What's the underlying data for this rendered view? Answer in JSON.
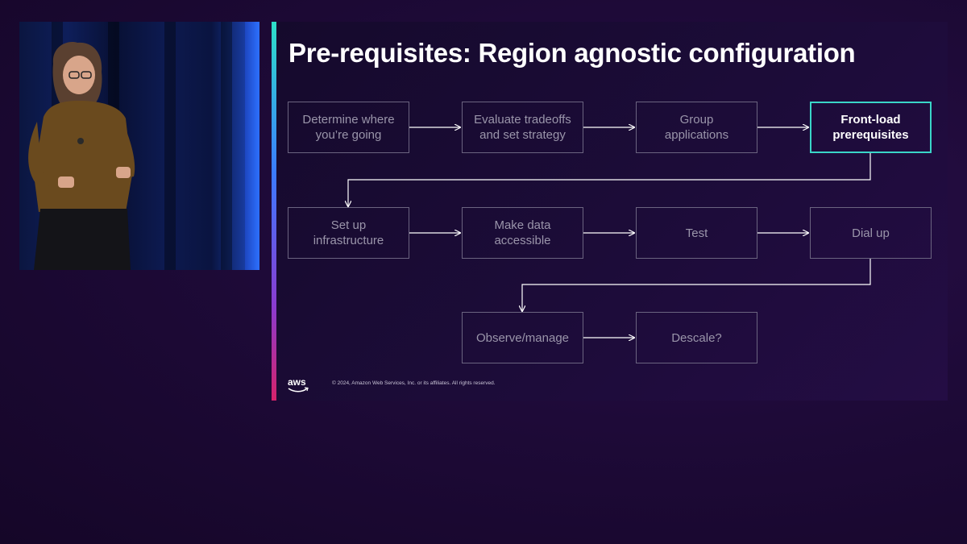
{
  "slide": {
    "title": "Pre-requisites: Region agnostic configuration",
    "steps": [
      {
        "label": "Determine where\nyou’re going",
        "active": false
      },
      {
        "label": "Evaluate tradeoffs\nand set strategy",
        "active": false
      },
      {
        "label": "Group\napplications",
        "active": false
      },
      {
        "label": "Front-load\nprerequisites",
        "active": true
      },
      {
        "label": "Set up\ninfrastructure",
        "active": false
      },
      {
        "label": "Make data\naccessible",
        "active": false
      },
      {
        "label": "Test",
        "active": false
      },
      {
        "label": "Dial up",
        "active": false
      },
      {
        "label": "Observe/manage",
        "active": false
      },
      {
        "label": "Descale?",
        "active": false
      }
    ],
    "logo_text": "aws",
    "copyright": "© 2024, Amazon Web Services, Inc. or its affiliates. All rights reserved."
  },
  "colors": {
    "accent_active": "#3ad6c8",
    "box_border": "#6b6480",
    "box_text": "#9a95aa"
  }
}
